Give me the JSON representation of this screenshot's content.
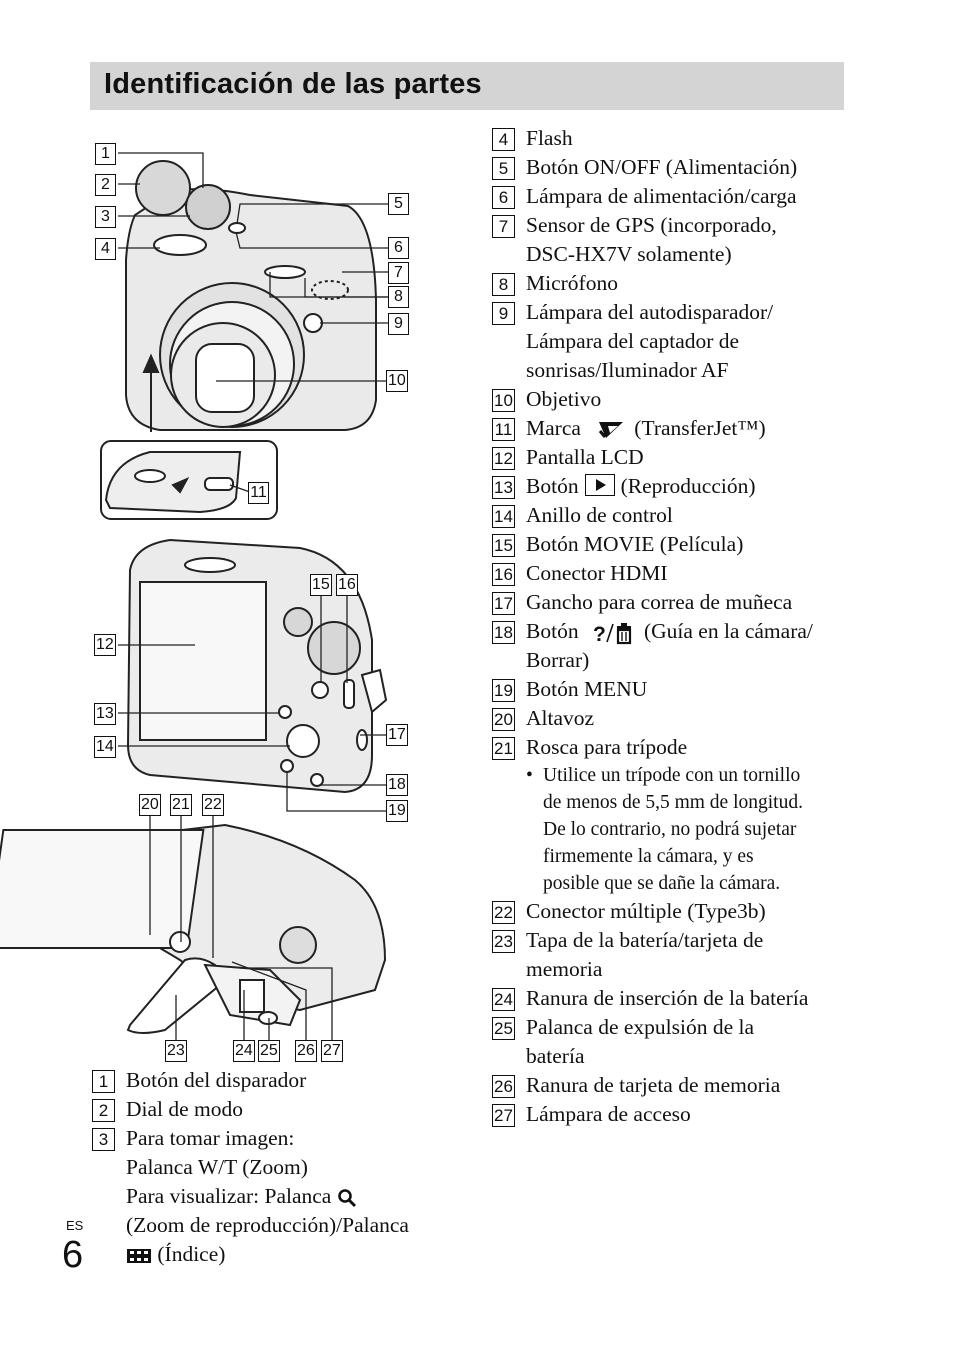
{
  "header": {
    "title": "Identificación de las partes"
  },
  "footer": {
    "lang": "ES",
    "page_number": "6"
  },
  "left_list": [
    {
      "num": "1",
      "lines": [
        "Botón del disparador"
      ]
    },
    {
      "num": "2",
      "lines": [
        "Dial de modo"
      ]
    },
    {
      "num": "3",
      "lines": [
        "Para tomar imagen:",
        "Palanca W/T (Zoom)",
        "Para visualizar: Palanca",
        "(Zoom de reproducción)/Palanca",
        "(Índice)"
      ]
    }
  ],
  "right_list": [
    {
      "num": "4",
      "lines": [
        "Flash"
      ]
    },
    {
      "num": "5",
      "lines": [
        "Botón ON/OFF (Alimentación)"
      ]
    },
    {
      "num": "6",
      "lines": [
        "Lámpara de alimentación/carga"
      ]
    },
    {
      "num": "7",
      "lines": [
        "Sensor de GPS (incorporado,",
        "DSC-HX7V solamente)"
      ]
    },
    {
      "num": "8",
      "lines": [
        "Micrófono"
      ]
    },
    {
      "num": "9",
      "lines": [
        "Lámpara del autodisparador/",
        "Lámpara del captador de",
        "sonrisas/Iluminador AF"
      ]
    },
    {
      "num": "10",
      "lines": [
        "Objetivo"
      ]
    },
    {
      "num": "11",
      "lines": [
        "Marca",
        "(TransferJet™)"
      ]
    },
    {
      "num": "12",
      "lines": [
        "Pantalla LCD"
      ]
    },
    {
      "num": "13",
      "lines": [
        "Botón",
        "(Reproducción)"
      ]
    },
    {
      "num": "14",
      "lines": [
        "Anillo de control"
      ]
    },
    {
      "num": "15",
      "lines": [
        "Botón MOVIE (Película)"
      ]
    },
    {
      "num": "16",
      "lines": [
        "Conector HDMI"
      ]
    },
    {
      "num": "17",
      "lines": [
        "Gancho para correa de muñeca"
      ]
    },
    {
      "num": "18",
      "lines": [
        "Botón",
        "(Guía en la cámara/",
        "Borrar)"
      ]
    },
    {
      "num": "19",
      "lines": [
        "Botón MENU"
      ]
    },
    {
      "num": "20",
      "lines": [
        "Altavoz"
      ]
    },
    {
      "num": "21",
      "lines": [
        "Rosca para trípode"
      ]
    },
    {
      "num": "22",
      "lines": [
        "Conector múltiple (Type3b)"
      ]
    },
    {
      "num": "23",
      "lines": [
        "Tapa de la batería/tarjeta de",
        "memoria"
      ]
    },
    {
      "num": "24",
      "lines": [
        "Ranura de inserción de la batería"
      ]
    },
    {
      "num": "25",
      "lines": [
        "Palanca de expulsión de la",
        "batería"
      ]
    },
    {
      "num": "26",
      "lines": [
        "Ranura de tarjeta de memoria"
      ]
    },
    {
      "num": "27",
      "lines": [
        "Lámpara de acceso"
      ]
    }
  ],
  "note_21": [
    "Utilice un trípode con un tornillo",
    "de menos de 5,5 mm de longitud.",
    "De lo contrario, no podrá sujetar",
    "firmemente la cámara, y es",
    "posible que se dañe la cámara."
  ],
  "icons": {
    "zoom": "magnifier-icon",
    "index": "index-grid-icon",
    "transferjet": "transferjet-mark-icon",
    "playback": "play-icon",
    "guide_delete": "help-trash-icon"
  },
  "illustration_callouts": [
    "1",
    "2",
    "3",
    "4",
    "5",
    "6",
    "7",
    "8",
    "9",
    "10",
    "11",
    "12",
    "13",
    "14",
    "15",
    "16",
    "17",
    "18",
    "19",
    "20",
    "21",
    "22",
    "23",
    "24",
    "25",
    "26",
    "27"
  ]
}
